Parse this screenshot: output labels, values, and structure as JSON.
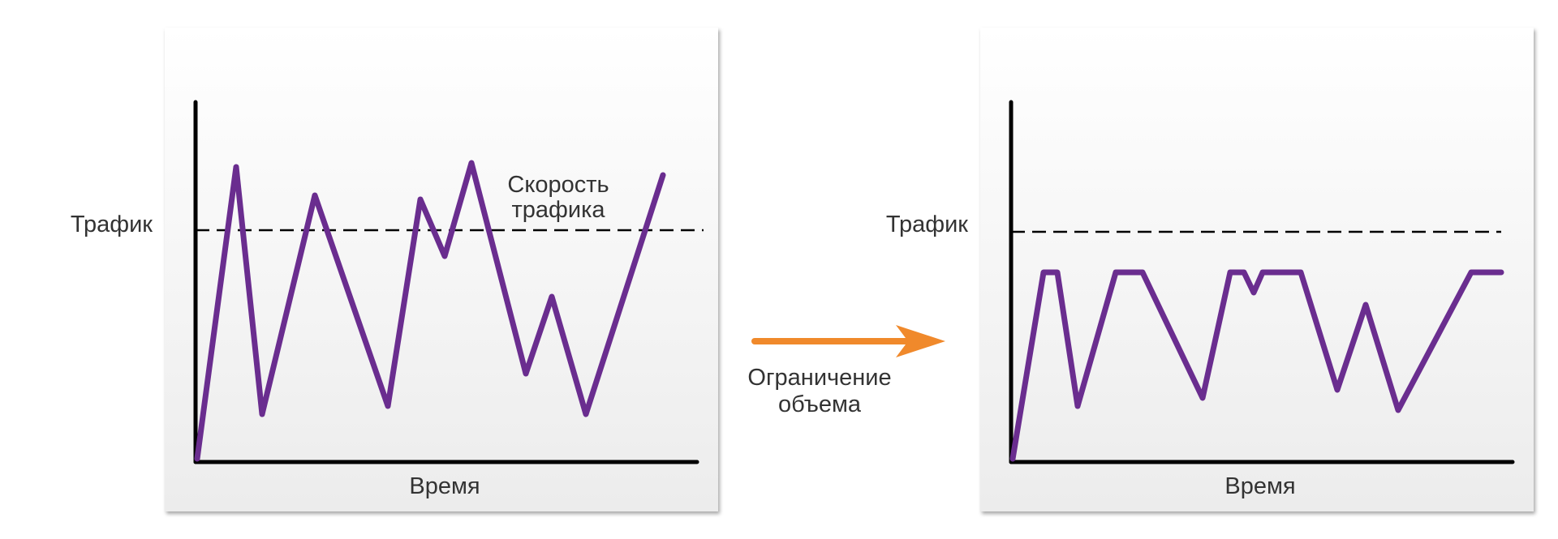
{
  "colors": {
    "trace": "#6a2d8f",
    "axis": "#000000",
    "threshold": "#000000",
    "arrow": "#f0892b",
    "text": "#333333",
    "panel_top": "#ffffff",
    "panel_bottom": "#ececec"
  },
  "left_panel": {
    "y_label": "Трафик",
    "x_label": "Время",
    "rate_label_line1": "Скорость",
    "rate_label_line2": "трафика",
    "threshold": 230,
    "series": [
      [
        0,
        0
      ],
      [
        48,
        360
      ],
      [
        80,
        55
      ],
      [
        145,
        325
      ],
      [
        235,
        65
      ],
      [
        275,
        320
      ],
      [
        305,
        250
      ],
      [
        338,
        365
      ],
      [
        405,
        105
      ],
      [
        437,
        200
      ],
      [
        479,
        55
      ],
      [
        574,
        350
      ]
    ]
  },
  "middle": {
    "label_line1": "Ограничение",
    "label_line2": "объема",
    "arrow_icon": "right-arrow-icon"
  },
  "right_panel": {
    "y_label": "Трафик",
    "x_label": "Время",
    "threshold": 230,
    "series": [
      [
        0,
        0
      ],
      [
        38,
        230
      ],
      [
        55,
        230
      ],
      [
        80,
        65
      ],
      [
        127,
        230
      ],
      [
        160,
        230
      ],
      [
        234,
        75
      ],
      [
        268,
        230
      ],
      [
        285,
        230
      ],
      [
        297,
        205
      ],
      [
        308,
        230
      ],
      [
        355,
        230
      ],
      [
        400,
        85
      ],
      [
        435,
        190
      ],
      [
        475,
        60
      ],
      [
        565,
        230
      ],
      [
        602,
        230
      ]
    ]
  }
}
